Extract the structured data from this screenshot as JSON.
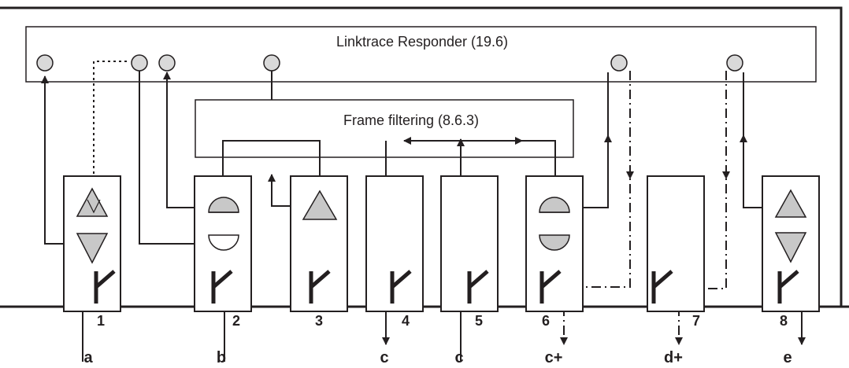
{
  "title": "Linktrace Responder (19.6)",
  "filtering_label": "Frame filtering (8.6.3)",
  "ports": [
    "1",
    "2",
    "3",
    "4",
    "5",
    "6",
    "7",
    "8"
  ],
  "bottom_labels": [
    "a",
    "b",
    "c",
    "c",
    "c+",
    "d+",
    "e"
  ],
  "colors": {
    "line": "#231f20",
    "shape_fill": "#c8c8c8",
    "circle_fill": "#d9d9d9",
    "background": "#ffffff"
  }
}
